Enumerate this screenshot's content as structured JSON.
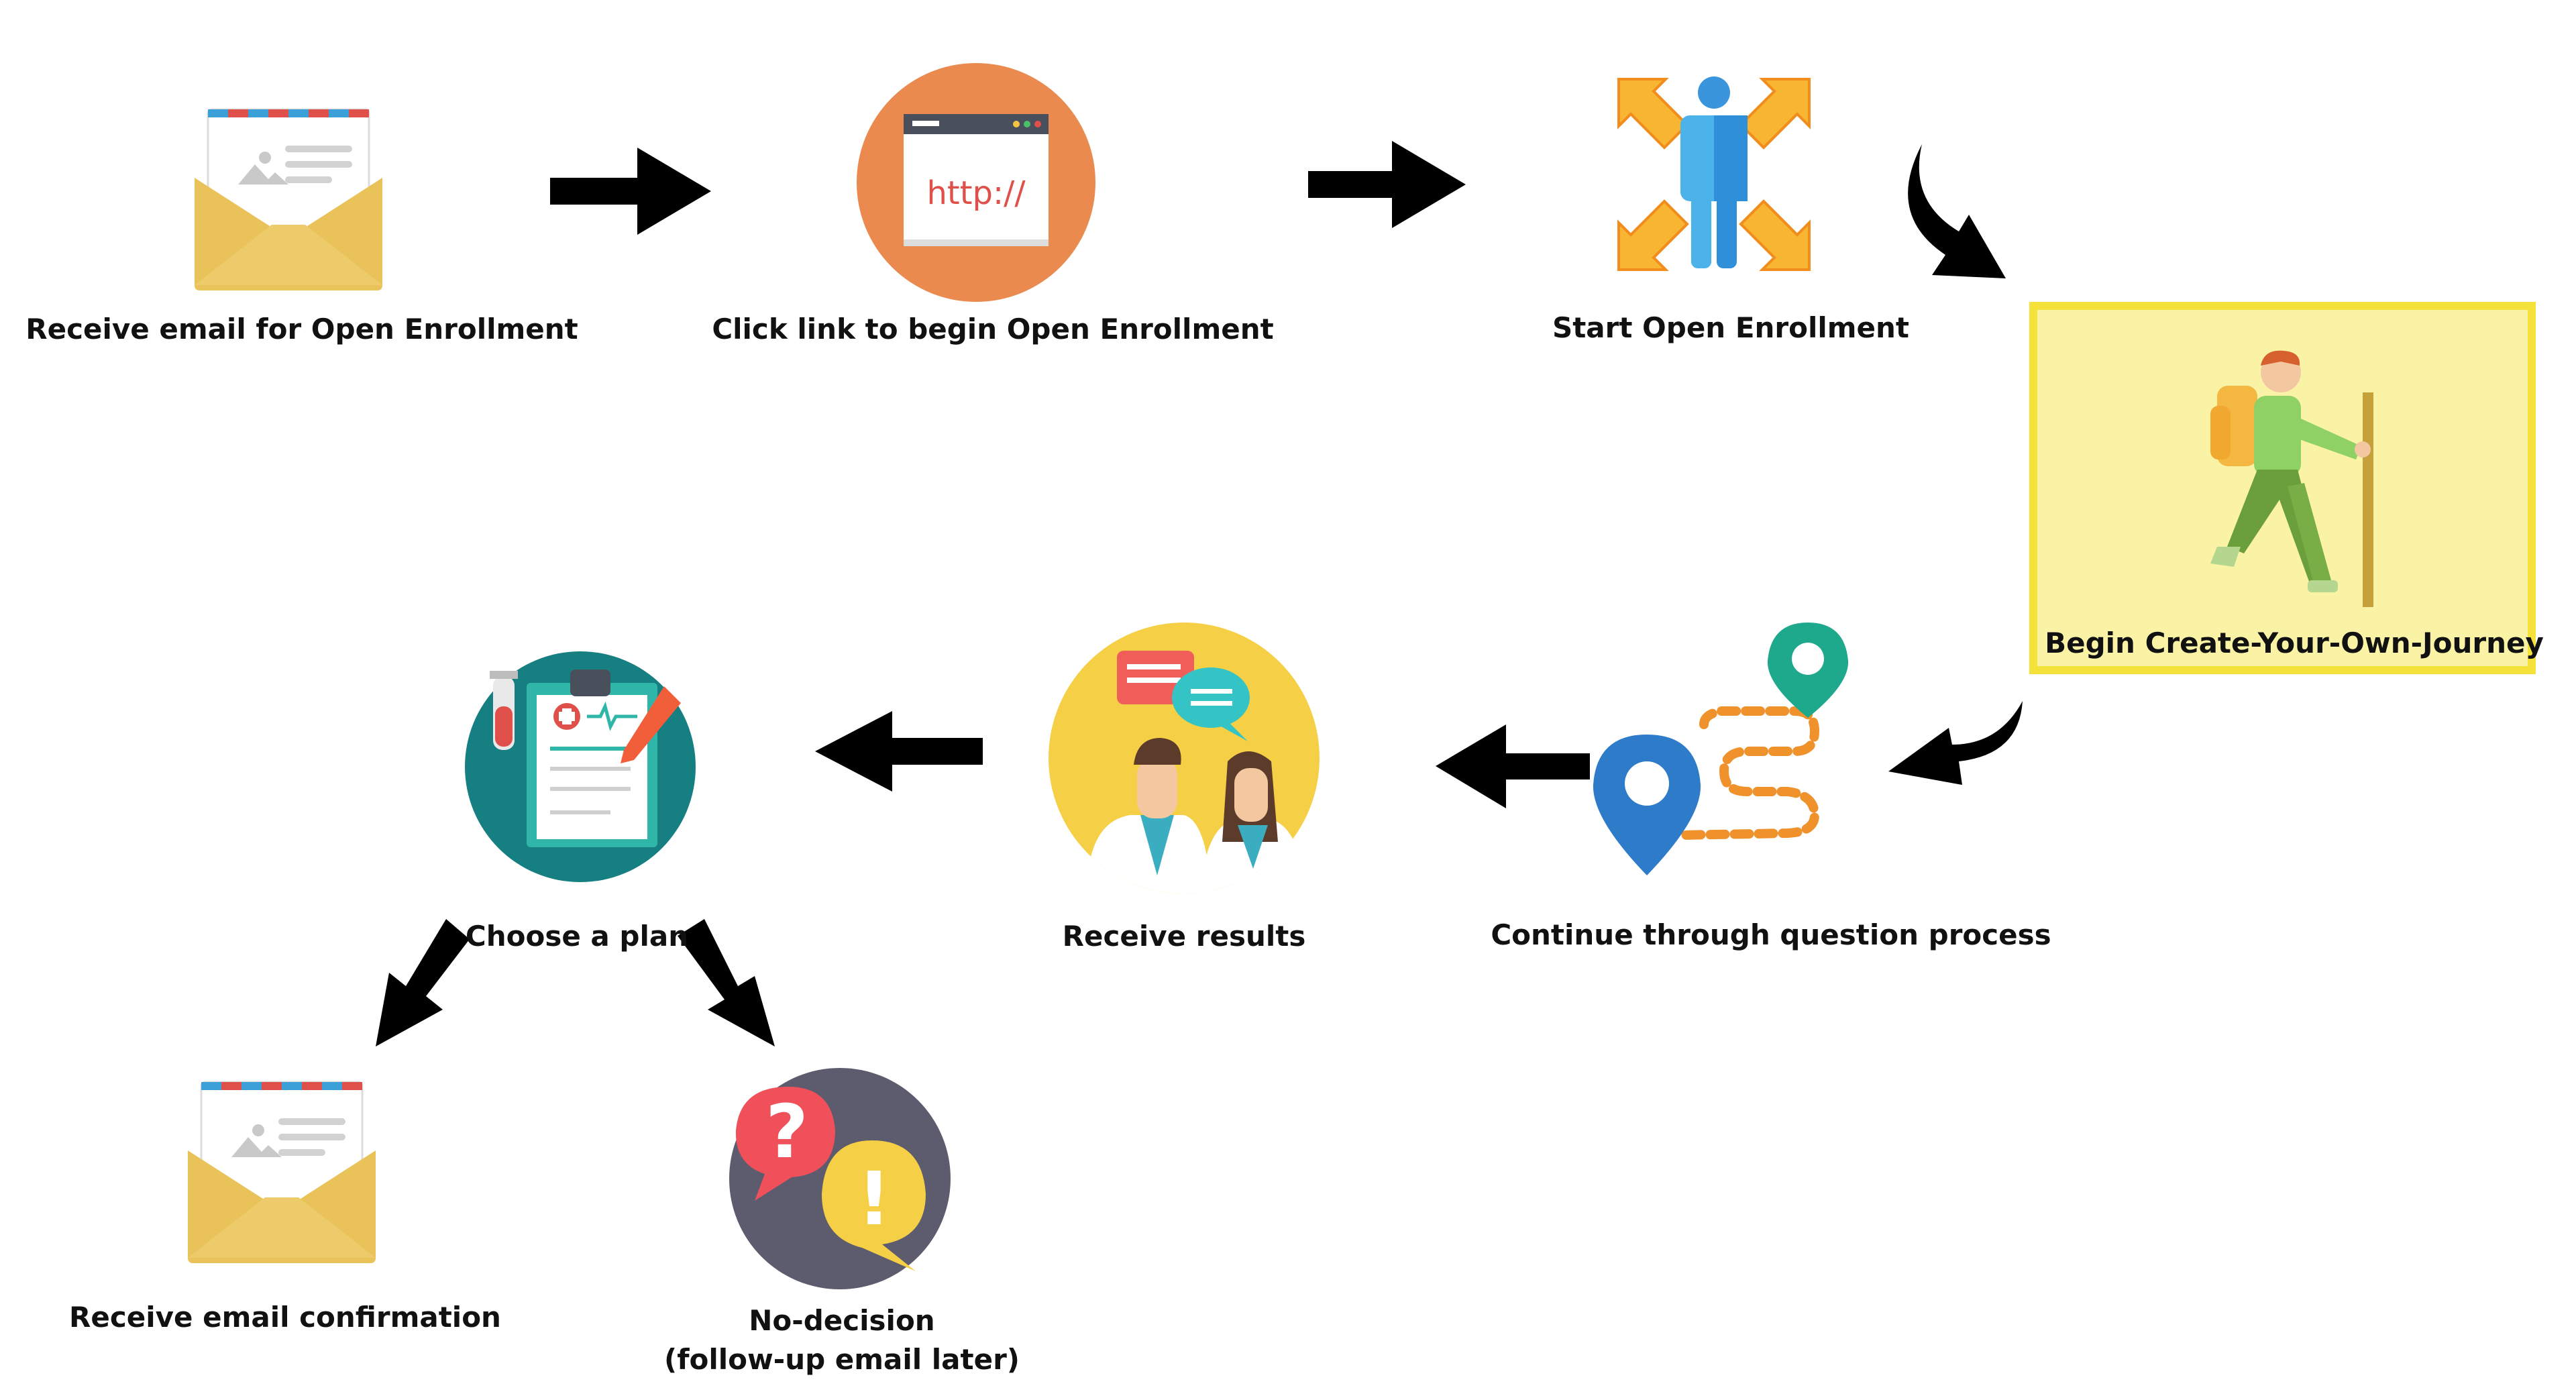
{
  "steps": {
    "receive_email": "Receive email for Open Enrollment",
    "click_link": "Click link to begin Open Enrollment",
    "start_enrollment": "Start Open Enrollment",
    "begin_journey": "Begin Create-Your-Own-Journey",
    "question_process": "Continue through question process",
    "receive_results": "Receive results",
    "choose_plan": "Choose a plan",
    "email_confirmation": "Receive email confirmation",
    "no_decision_line1": "No-decision",
    "no_decision_line2": "(follow-up email later)"
  },
  "icons": {
    "browser_text": "http://",
    "question_mark": "?",
    "exclamation_mark": "!"
  },
  "colors": {
    "highlight_border": "#f4e13a",
    "highlight_fill": "#faf3a6",
    "envelope": "#e9c25a",
    "browser_circle": "#ea8a4f",
    "results_circle": "#f5cf45",
    "plan_circle": "#167f82",
    "decision_circle": "#5c5c6e",
    "arrow": "#000000"
  }
}
